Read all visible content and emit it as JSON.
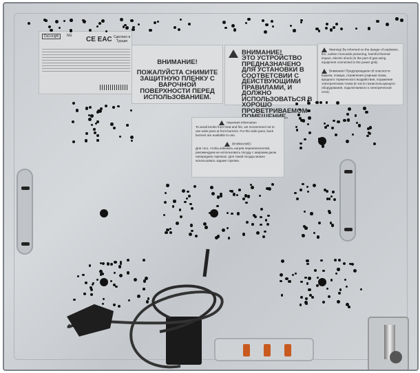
{
  "rating_plate": {
    "brand": "DeLonghi",
    "gas_type": "NG",
    "marks": "CE EAC",
    "origin": "Сделано в Турции"
  },
  "label_film": {
    "title": "ВНИМАНИЕ!",
    "body": "ПОЖАЛУЙСТА СНИМИТЕ ЗАЩИТНУЮ ПЛЕНКУ С ВАРОЧНОЙ ПОВЕРХНОСТИ ПЕРЕД ИСПОЛЬЗОВАНИЕМ."
  },
  "label_install": {
    "title": "ВНИМАНИЕ!",
    "body": "ЭТО УСТРОЙСТВО ПРЕДНАЗНАЧЕНО ДЛЯ УСТАНОВКИ В СООТВЕТСВИИ С ДЕЙСТВУЮЩИМИ ПРАВИЛАМИ, И ДОЛЖНО ИСПОЛЬЗОВАТЬСЯ В ХОРОШО ПРОВЕТРИВАЕМОМ ПОМЕЩЕНИЕ."
  },
  "label_danger": {
    "en": "Warning! Be informed on the danger of explosion, fire, carbon monoxide poisoning, harmful thermal impact, electric shock (in the part of gas-using equipment connected to the power grid).",
    "ru": "Внимание! Предупреждаем об опасности взрыва, пожара, отравления угарным газом, вредного термического воздействия, поражения электрическим током (в части газоиспользующего оборудования, подключаемого к электрической сети)."
  },
  "label_info": {
    "en_title": "Important information",
    "en": "To avoid knobs from heat and fire, we recommend not to use wide pans at front burners. For the wide pans, back burners are available to use.",
    "ru_title": "ВНИМАНИЕ!",
    "ru": "Для того, чтобы избежать нагрев переключателей, рекомендуем не использовать посуду с широким дном напередних горелках. Для такой посуды можно использовать задние горелки."
  }
}
